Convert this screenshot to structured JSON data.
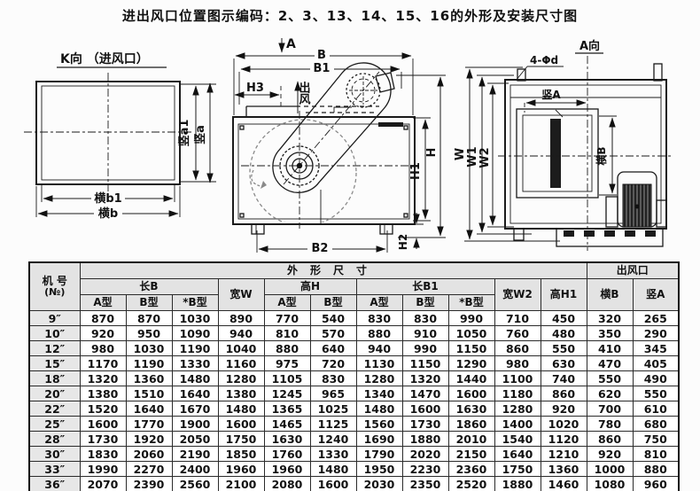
{
  "page": {
    "title": "进出风口位置图示编码：2、3、13、14、15、16的外形及安装尺寸图"
  },
  "diagram_k": {
    "title": "K向 （进风口）",
    "labels": {
      "shu_a1": "竖a1",
      "shu_a": "竖a",
      "heng_b1": "横b1",
      "heng_b": "横b"
    }
  },
  "diagram_side": {
    "labels": {
      "a": "A",
      "b": "B",
      "b1": "B1",
      "h3": "H3",
      "chufeng": "出风",
      "h": "H",
      "h1": "H1",
      "h2": "H2",
      "b2": "B2"
    }
  },
  "diagram_a": {
    "title": "A向",
    "labels": {
      "holes": "4-Φd",
      "shu_A": "竖A",
      "heng_B": "横B",
      "w": "W",
      "w1": "W1",
      "w2": "W2"
    }
  },
  "table": {
    "header": {
      "machine_no": "机 号",
      "machine_no_sub": "(№)",
      "outline": "外形尺寸",
      "outlet": "出风口",
      "len_b": "长B",
      "width_w": "宽W",
      "height_h": "高H",
      "len_b1": "长B1",
      "width_w2": "宽W2",
      "height_h1": "高H1",
      "heng_b": "横B",
      "shu_a": "竖A",
      "type_a": "A型",
      "type_b": "B型",
      "type_bs": "*B型"
    },
    "rows": [
      {
        "no": "9″",
        "values": [
          870,
          870,
          1030,
          890,
          770,
          540,
          830,
          830,
          990,
          710,
          450,
          320,
          265
        ]
      },
      {
        "no": "10″",
        "values": [
          920,
          950,
          1090,
          940,
          810,
          570,
          880,
          910,
          1050,
          760,
          480,
          350,
          290
        ]
      },
      {
        "no": "12″",
        "values": [
          980,
          1030,
          1190,
          1040,
          880,
          640,
          940,
          990,
          1150,
          860,
          550,
          410,
          345
        ]
      },
      {
        "no": "15″",
        "values": [
          1170,
          1190,
          1330,
          1160,
          975,
          720,
          1130,
          1150,
          1290,
          980,
          630,
          470,
          405
        ]
      },
      {
        "no": "18″",
        "values": [
          1320,
          1360,
          1480,
          1280,
          1105,
          830,
          1280,
          1320,
          1440,
          1100,
          740,
          550,
          490
        ]
      },
      {
        "no": "20″",
        "values": [
          1380,
          1510,
          1640,
          1380,
          1245,
          965,
          1340,
          1470,
          1600,
          1180,
          860,
          620,
          550
        ]
      },
      {
        "no": "22″",
        "values": [
          1520,
          1640,
          1670,
          1480,
          1365,
          1025,
          1480,
          1600,
          1630,
          1280,
          920,
          700,
          610
        ]
      },
      {
        "no": "25″",
        "values": [
          1600,
          1770,
          1900,
          1600,
          1465,
          1125,
          1560,
          1730,
          1860,
          1400,
          1020,
          780,
          680
        ]
      },
      {
        "no": "28″",
        "values": [
          1730,
          1920,
          2050,
          1750,
          1630,
          1240,
          1690,
          1880,
          2010,
          1540,
          1120,
          860,
          750
        ]
      },
      {
        "no": "30″",
        "values": [
          1830,
          2060,
          2190,
          1850,
          1760,
          1330,
          1790,
          2020,
          2150,
          1640,
          1210,
          920,
          810
        ]
      },
      {
        "no": "33″",
        "values": [
          1990,
          2270,
          2400,
          1960,
          1960,
          1480,
          1950,
          2230,
          2360,
          1750,
          1360,
          1000,
          880
        ]
      },
      {
        "no": "36″",
        "values": [
          2070,
          2390,
          2560,
          2100,
          2080,
          1600,
          2030,
          2350,
          2520,
          1880,
          1460,
          1080,
          960
        ]
      }
    ]
  },
  "colors": {
    "line": "#1a1a1a",
    "header_bg": "#e3e3e3",
    "row_label_bg": "#e7e7e7",
    "page_bg": "#fcfcfc",
    "damper": "#1c1c1c"
  }
}
